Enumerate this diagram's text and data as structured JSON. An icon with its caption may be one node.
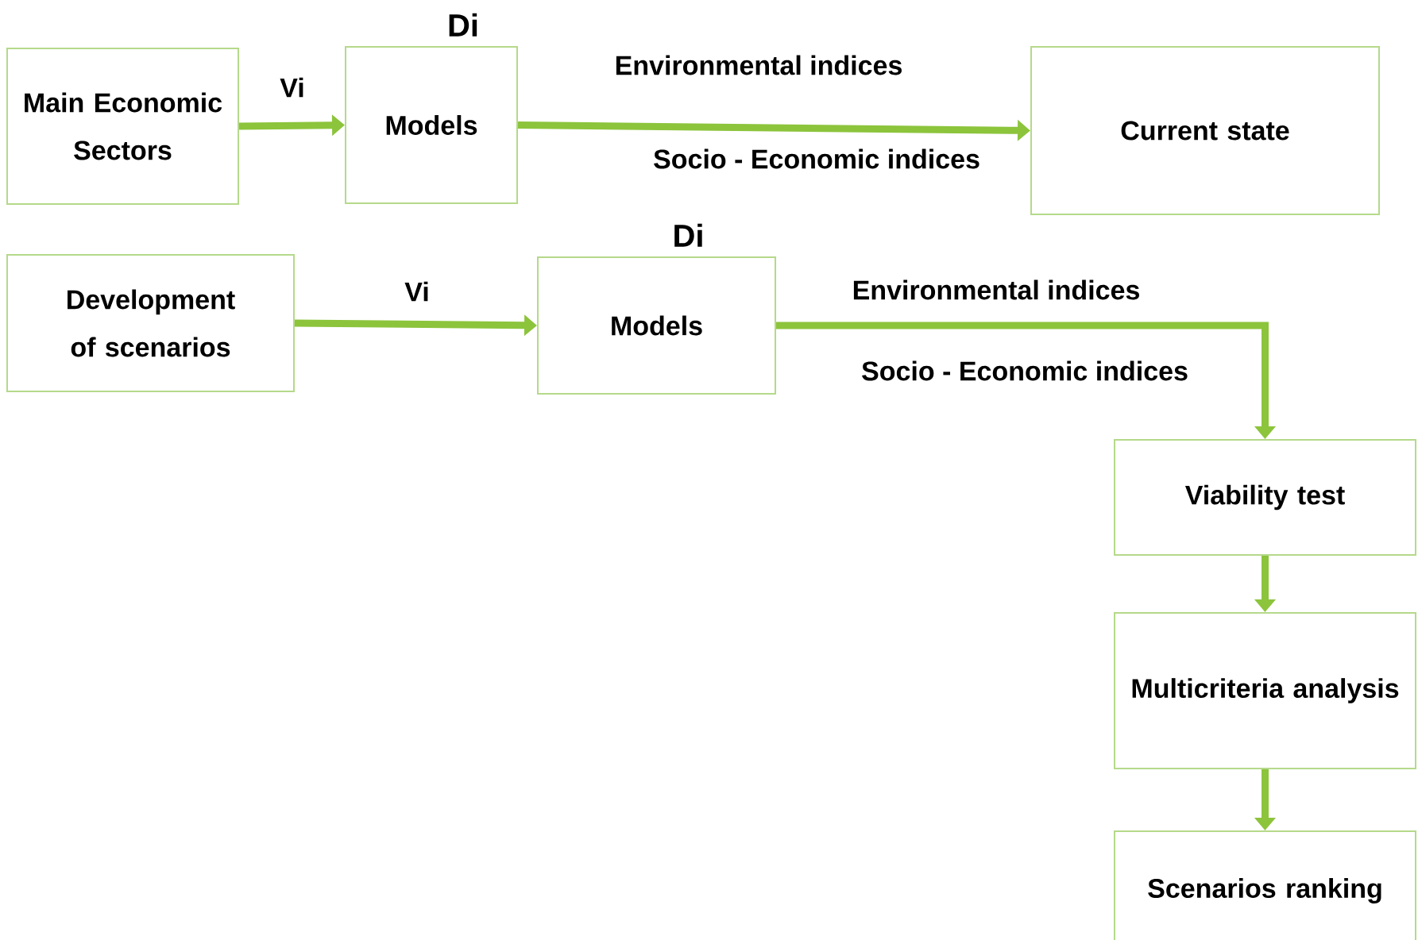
{
  "diagram": {
    "nodes": [
      {
        "text": [
          "Main Economic Sectors"
        ]
      },
      {
        "text": [
          "Models"
        ],
        "beside": [
          "Di"
        ]
      },
      {
        "text": [
          "Current state"
        ]
      },
      {
        "text": [
          "Development of scenarios"
        ]
      },
      {
        "text": [
          "Models"
        ],
        "beside": [
          "Di"
        ]
      },
      {
        "text": [
          "Viability test"
        ]
      },
      {
        "text": [
          "Multicriteria analysis"
        ]
      },
      {
        "text": [
          "Scenarios ranking"
        ]
      }
    ],
    "edges": [
      {
        "from": 0,
        "to": 1,
        "arrow": "to",
        "label": "Vi"
      },
      {
        "from": 1,
        "to": 2,
        "arrow": "to"
      },
      {
        "from": 3,
        "to": 4,
        "arrow": "to",
        "label": "Vi"
      },
      {
        "from": 4,
        "to": 5,
        "arrow": "to"
      },
      {
        "from": 5,
        "to": 6,
        "arrow": "to"
      },
      {
        "from": 6,
        "to": 7,
        "arrow": "to"
      }
    ],
    "labels": [
      "Environmental indices",
      "Socio - Economic indices",
      "Environmental indices",
      "Socio - Economic indices"
    ]
  }
}
